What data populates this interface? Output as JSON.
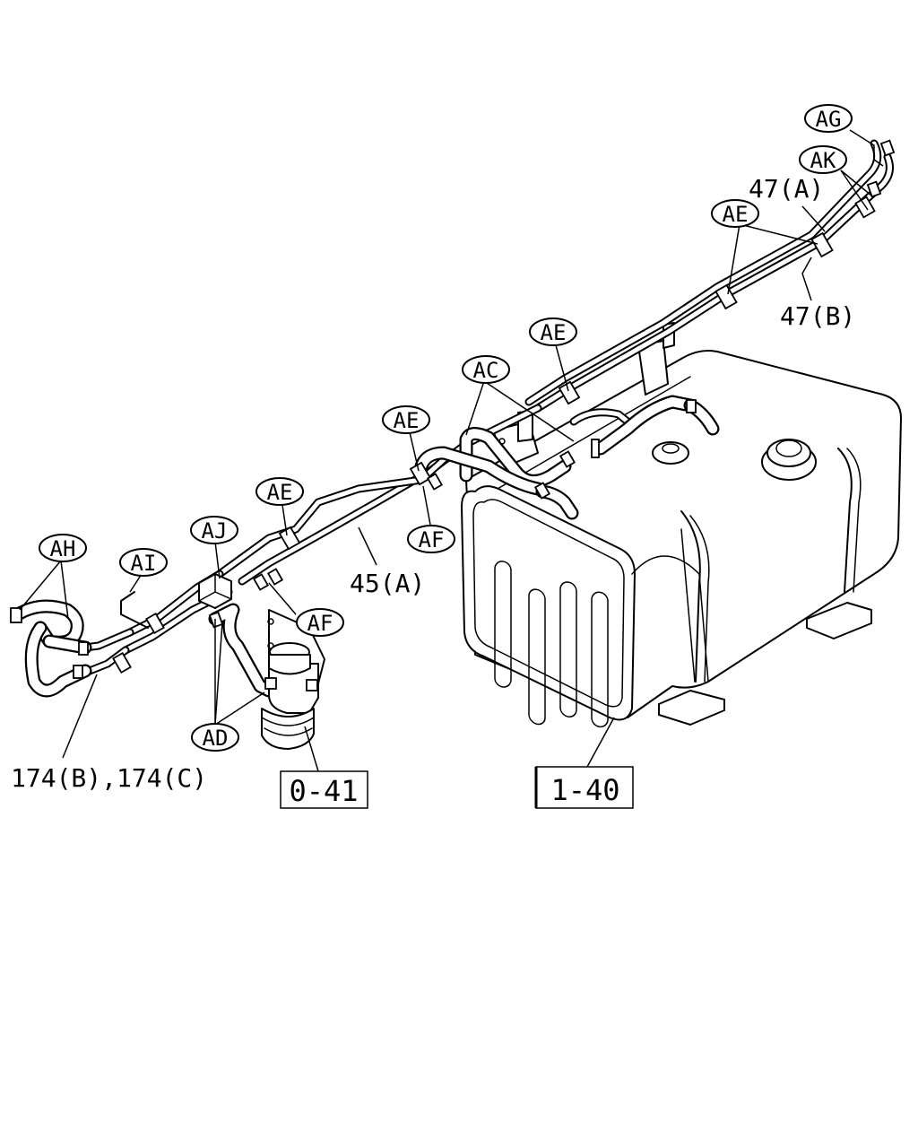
{
  "callouts": {
    "ag": "AG",
    "ak": "AK",
    "ae_top": "AE",
    "ae_mid": "AE",
    "ae_center": "AE",
    "ae_left": "AE",
    "ac": "AC",
    "af_center": "AF",
    "af_left": "AF",
    "aj": "AJ",
    "ai": "AI",
    "ah": "AH",
    "ad": "AD"
  },
  "part_numbers": {
    "p47a": "47(A)",
    "p47b": "47(B)",
    "p45a": "45(A)",
    "p174": "174(B),174(C)"
  },
  "references": {
    "filter_ref": "0-41",
    "tank_ref": "1-40"
  }
}
